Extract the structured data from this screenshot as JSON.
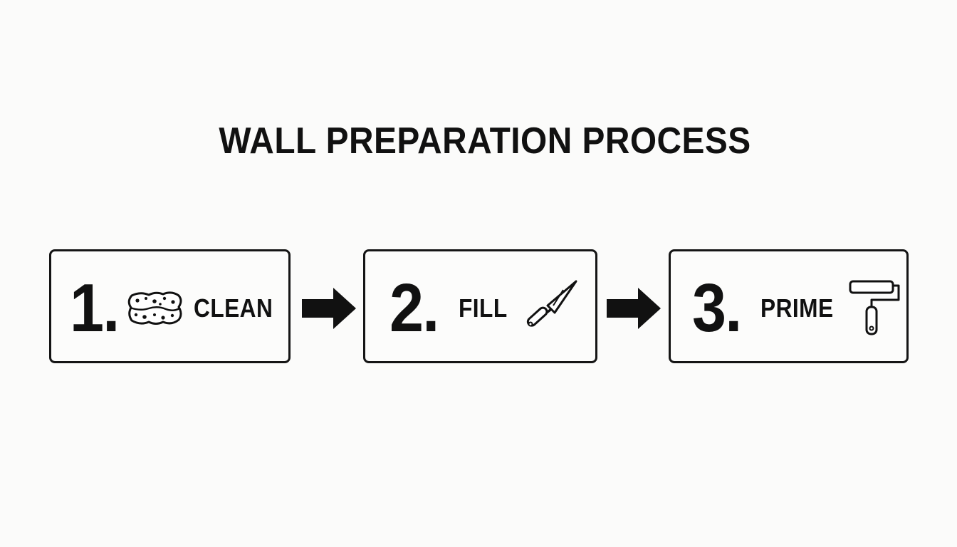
{
  "title": "WALL PREPARATION PROCESS",
  "steps": [
    {
      "number": "1.",
      "label": "CLEAN",
      "icon": "sponge-icon"
    },
    {
      "number": "2.",
      "label": "FILL",
      "icon": "trowel-icon"
    },
    {
      "number": "3.",
      "label": "PRIME",
      "icon": "paint-roller-icon"
    }
  ],
  "connectors": [
    {
      "icon": "right-arrow-icon"
    },
    {
      "icon": "right-arrow-icon"
    }
  ],
  "colors": {
    "background": "#fbfbfa",
    "ink": "#111111"
  }
}
